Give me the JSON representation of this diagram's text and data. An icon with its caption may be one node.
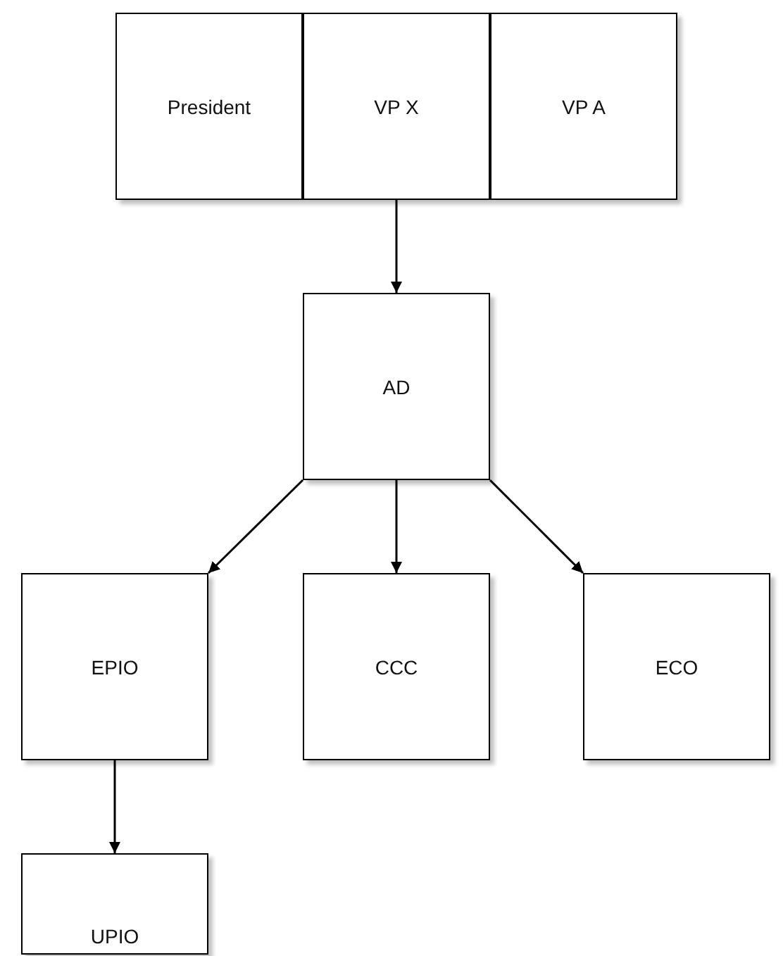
{
  "diagram": {
    "nodes": [
      {
        "text": [
          "President"
        ]
      },
      {
        "text": [
          "VP X"
        ]
      },
      {
        "text": [
          "VP A"
        ]
      },
      {
        "text": [
          "AD"
        ]
      },
      {
        "text": [
          "EPIO"
        ]
      },
      {
        "text": [
          "CCC"
        ]
      },
      {
        "text": [
          "ECO"
        ]
      },
      {
        "text": [
          "UPIO"
        ]
      }
    ],
    "edges": [
      {
        "from": 1,
        "to": 3,
        "arrow": "to"
      },
      {
        "from": 3,
        "to": 4,
        "arrow": "to"
      },
      {
        "from": 3,
        "to": 5,
        "arrow": "to"
      },
      {
        "from": 3,
        "to": 6,
        "arrow": "to"
      },
      {
        "from": 4,
        "to": 7,
        "arrow": "to"
      }
    ]
  }
}
